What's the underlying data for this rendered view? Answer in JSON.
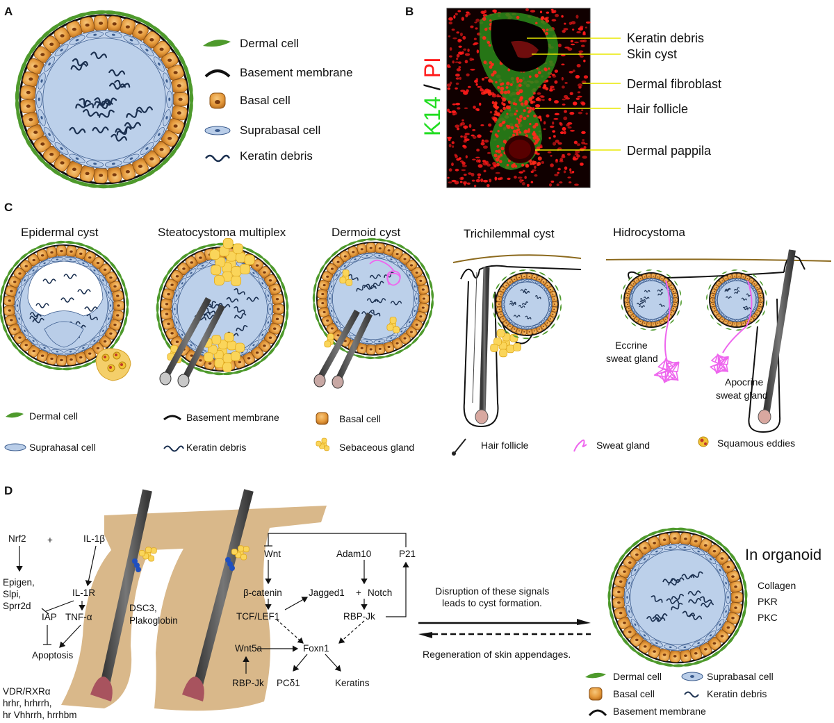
{
  "panels": {
    "a": "A",
    "b": "B",
    "c": "C",
    "d": "D"
  },
  "panel_a": {
    "legend": [
      "Dermal cell",
      "Basement membrane",
      "Basal cell",
      "Suprabasal cell",
      "Keratin debris"
    ]
  },
  "panel_b": {
    "stain": {
      "k14": "K14",
      "slash": " / ",
      "pi": "PI"
    },
    "labels": [
      "Keratin debris",
      "Skin cyst",
      "Dermal fibroblast",
      "Hair follicle",
      "Dermal pappila"
    ],
    "colors": {
      "k14": "#22dd22",
      "pi": "#ff1a1a",
      "leader": "#e8e800"
    }
  },
  "panel_c": {
    "titles": [
      "Epidermal cyst",
      "Steatocystoma multiplex",
      "Dermoid cyst",
      "Trichilemmal cyst",
      "Hidrocystoma"
    ],
    "gland_labels": {
      "eccrine_1": "Eccrine",
      "eccrine_2": "sweat gland",
      "apocrine_1": "Apocrine",
      "apocrine_2": "sweat gland"
    },
    "legend": [
      "Dermal cell",
      "Basement membrane",
      "Basal cell",
      "Suprahasal cell",
      "Keratin debris",
      "Sebaceous gland",
      "Hair follicle",
      "Sweat gland",
      "Squamous eddies"
    ]
  },
  "panel_d": {
    "left": {
      "nrf2": "Nrf2",
      "plus": "+",
      "il1b": "IL-1β",
      "epigen": [
        "Epigen,",
        "Slpi,",
        "Sprr2d"
      ],
      "il1r": "IL-1R",
      "iap": "IAP",
      "tnfa": "TNF-α",
      "apoptosis": "Apoptosis",
      "vdr": [
        "VDR/RXRα",
        "hrhr, hrhrrh,",
        "hr Vhhrrh, hrrhbm"
      ],
      "dsc3": [
        "DSC3,",
        "Plakoglobin"
      ]
    },
    "pathway": {
      "wnt": "Wnt",
      "adam10": "Adam10",
      "p21": "P21",
      "bcatenin": "β-catenin",
      "jagged1": "Jagged1",
      "plus": "+",
      "notch": "Notch",
      "tcf": "TCF/LEF1",
      "rbpjk": "RBP-Jk",
      "foxn1": "Foxn1",
      "wnt5a": "Wnt5a",
      "rbpjk2": "RBP-Jk",
      "pcd1": "PCδ1",
      "keratins": "Keratins"
    },
    "middle": {
      "disruption": [
        "Disruption of these signals",
        "leads to cyst formation."
      ],
      "regeneration": "Regeneration of skin appendages."
    },
    "right": {
      "title": "In organoid",
      "factors": [
        "Collagen",
        "PKR",
        "PKC"
      ],
      "legend": [
        "Dermal cell",
        "Suprabasal cell",
        "Basal cell",
        "Keratin debris",
        "Basement membrane"
      ]
    },
    "colors": {
      "brown_text": "#9c4e45",
      "skin": "#d9b88a",
      "hair": "#4a4a4a"
    }
  }
}
